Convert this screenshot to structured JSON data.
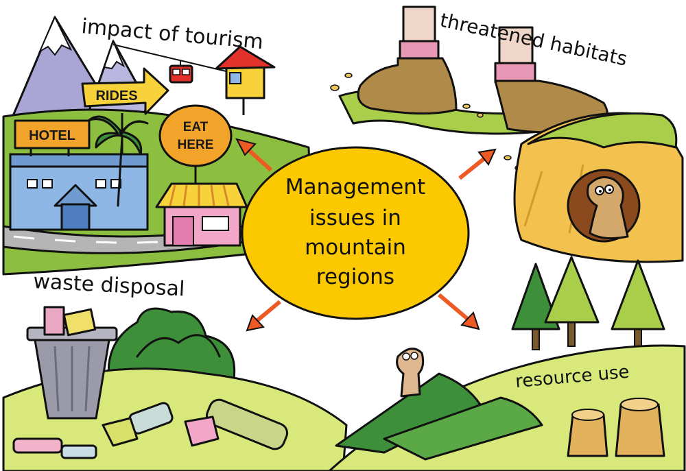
{
  "center": {
    "lines": [
      "Management",
      "issues in",
      "mountain",
      "regions"
    ]
  },
  "topics": {
    "tourism": "impact of tourism",
    "habitats": "threatened habitats",
    "waste": "waste disposal",
    "resources": "resource use"
  },
  "signs": {
    "hotel": "HOTEL",
    "rides": "RIDES",
    "eat_line1": "EAT",
    "eat_line2": "HERE"
  },
  "colors": {
    "center_fill": "#fcc800",
    "arrow": "#ee5a24",
    "hill_green": "#8cbf3f",
    "pale_green": "#d8e87a",
    "dark_green": "#3e8f3a",
    "mountain": "#a9a6d6",
    "sign_orange": "#f2a32a",
    "sign_yellow": "#f7d23a",
    "hotel_blue": "#8fb7e6",
    "shop_pink": "#f2a7c9",
    "hill_yellow": "#f2c14e"
  }
}
